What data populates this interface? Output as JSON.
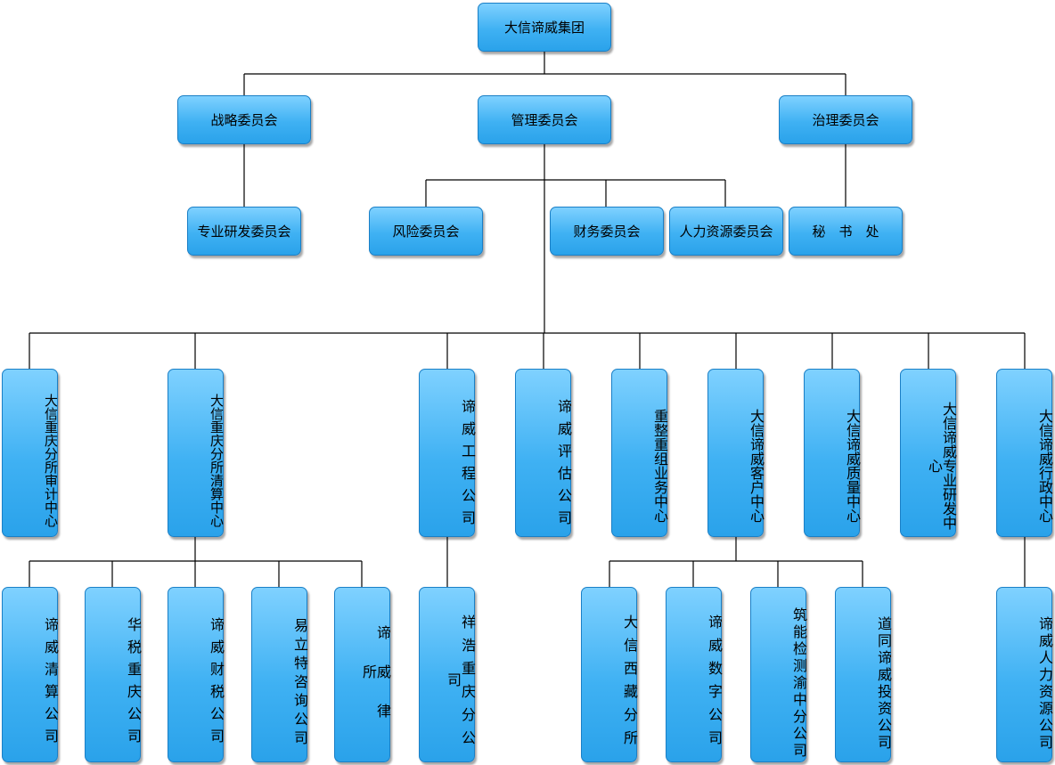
{
  "root": "大信谛威集团",
  "committees": {
    "strategy": "战略委员会",
    "management": "管理委员会",
    "governance": "治理委员会"
  },
  "sub_committees": {
    "research": "专业研发委员会",
    "risk": "风险委员会",
    "finance": "财务委员会",
    "hr": "人力资源委员会",
    "secretariat": "秘　书　处"
  },
  "centers": [
    "大信重庆分所审计中心",
    "大信重庆分所清算中心",
    "谛威工程公司",
    "谛威评估公司",
    "重整重组业务中心",
    "大信谛威客户中心",
    "大信谛威质量中心",
    "大信谛威专业研发中心",
    "大信谛威行政中心"
  ],
  "companies": [
    "谛威清算公司",
    "华税重庆公司",
    "谛威财税公司",
    "易立特咨询公司",
    "谛威律所",
    "祥浩重庆分公司",
    "大信西藏分所",
    "谛威数字公司",
    "筑能检测渝中分公司",
    "道同谛威投资公司",
    "谛威人力资源公司"
  ]
}
